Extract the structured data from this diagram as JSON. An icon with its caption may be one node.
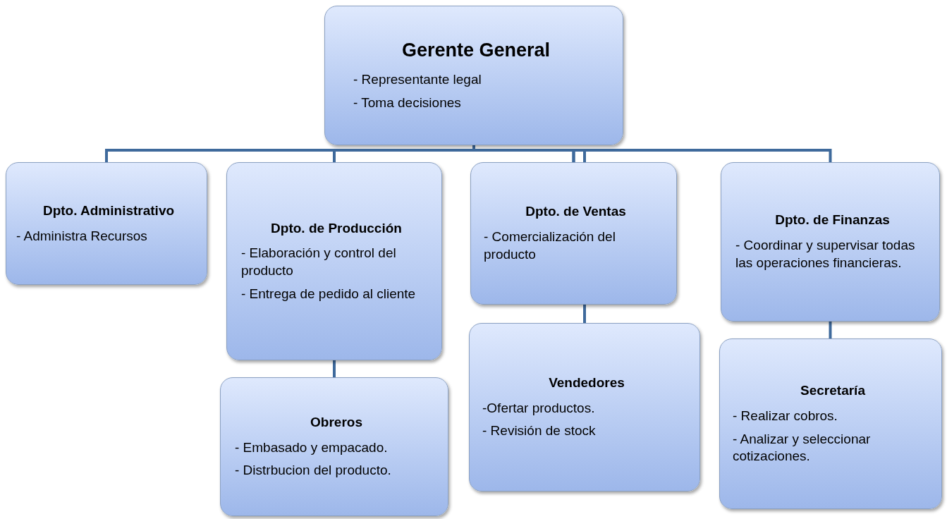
{
  "diagram": {
    "nodes": [
      {
        "text": [
          "Gerente General",
          "- Representante legal",
          "- Toma decisiones"
        ]
      },
      {
        "text": [
          "Dpto. Administrativo",
          "- Administra Recursos"
        ]
      },
      {
        "text": [
          "Dpto. de Producción",
          "- Elaboración y control del producto",
          "- Entrega de pedido al cliente"
        ]
      },
      {
        "text": [
          "Obreros",
          "- Embasado y empacado.",
          "- Distrbucion del producto."
        ]
      },
      {
        "text": [
          "Dpto. de Ventas",
          "- Comercialización del producto"
        ]
      },
      {
        "text": [
          "Vendedores",
          "-Ofertar productos.",
          "- Revisión de stock"
        ]
      },
      {
        "text": [
          "Dpto. de Finanzas",
          "- Coordinar y supervisar todas las operaciones financieras."
        ]
      },
      {
        "text": [
          "Secretaría",
          "- Realizar cobros.",
          "- Analizar y seleccionar cotizaciones."
        ]
      }
    ],
    "edges": [
      {
        "from": 0,
        "to": 1,
        "arrow": "none"
      },
      {
        "from": 0,
        "to": 2,
        "arrow": "none"
      },
      {
        "from": 0,
        "to": 4,
        "arrow": "none"
      },
      {
        "from": 0,
        "to": 6,
        "arrow": "none"
      },
      {
        "from": 2,
        "to": 3,
        "arrow": "none"
      },
      {
        "from": 4,
        "to": 5,
        "arrow": "none"
      },
      {
        "from": 6,
        "to": 7,
        "arrow": "none"
      }
    ]
  }
}
